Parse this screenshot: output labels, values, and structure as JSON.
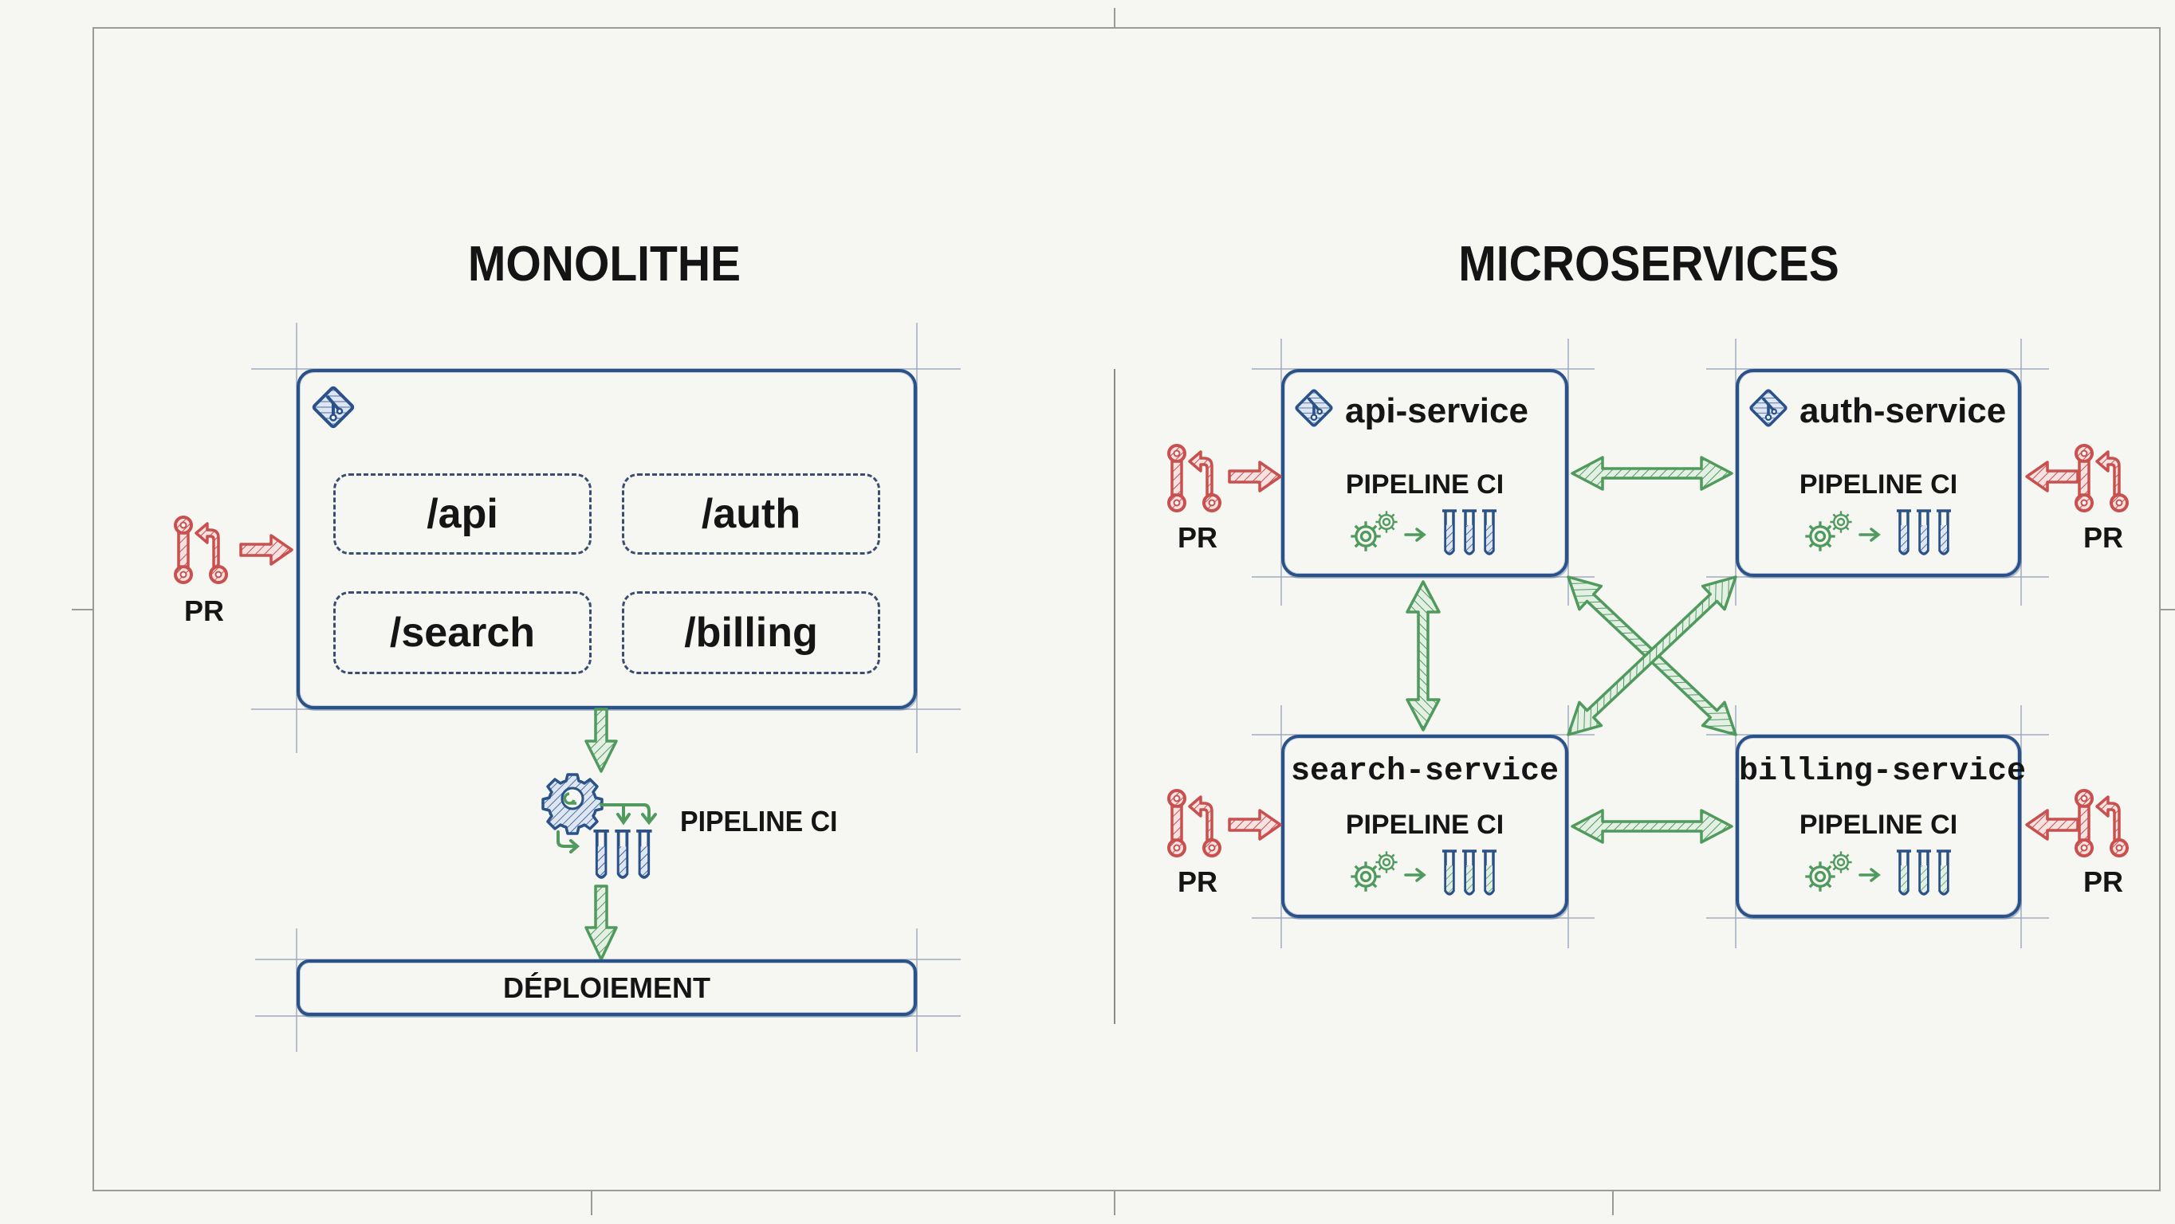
{
  "colors": {
    "background": "#f6f6f3",
    "frame": "#9a9a9a",
    "box_stroke": "#2b5288",
    "module_stroke": "#3a4d6e",
    "pr_red": "#c8504e",
    "flow_green": "#4f9a5c",
    "text": "#151515"
  },
  "monolith": {
    "title": "MONOLITHE",
    "repo_icon": "git-repo-icon",
    "modules": [
      {
        "label": "/api"
      },
      {
        "label": "/auth"
      },
      {
        "label": "/search"
      },
      {
        "label": "/billing"
      }
    ],
    "pr": {
      "label": "PR",
      "icon": "pull-request-icon"
    },
    "pipeline": {
      "label": "PIPELINE CI",
      "icons": [
        "gear-icon",
        "test-tubes-icon"
      ]
    },
    "deploy": {
      "label": "DÉPLOIEMENT"
    }
  },
  "microservices": {
    "title": "MICROSERVICES",
    "services": [
      {
        "name": "api-service",
        "pipeline_label": "PIPELINE CI",
        "pr_label": "PR",
        "pr_side": "left",
        "has_repo_icon": true
      },
      {
        "name": "auth-service",
        "pipeline_label": "PIPELINE CI",
        "pr_label": "PR",
        "pr_side": "right",
        "has_repo_icon": true
      },
      {
        "name": "search-service",
        "pipeline_label": "PIPELINE CI",
        "pr_label": "PR",
        "pr_side": "left",
        "has_repo_icon": false
      },
      {
        "name": "billing-service",
        "pipeline_label": "PIPELINE CI",
        "pr_label": "PR",
        "pr_side": "right",
        "has_repo_icon": false
      }
    ],
    "connections": [
      {
        "from": "api-service",
        "to": "auth-service",
        "type": "bidirectional"
      },
      {
        "from": "api-service",
        "to": "search-service",
        "type": "bidirectional"
      },
      {
        "from": "search-service",
        "to": "billing-service",
        "type": "bidirectional"
      },
      {
        "from": "api-service",
        "to": "billing-service",
        "type": "bidirectional"
      },
      {
        "from": "auth-service",
        "to": "search-service",
        "type": "bidirectional"
      }
    ]
  }
}
